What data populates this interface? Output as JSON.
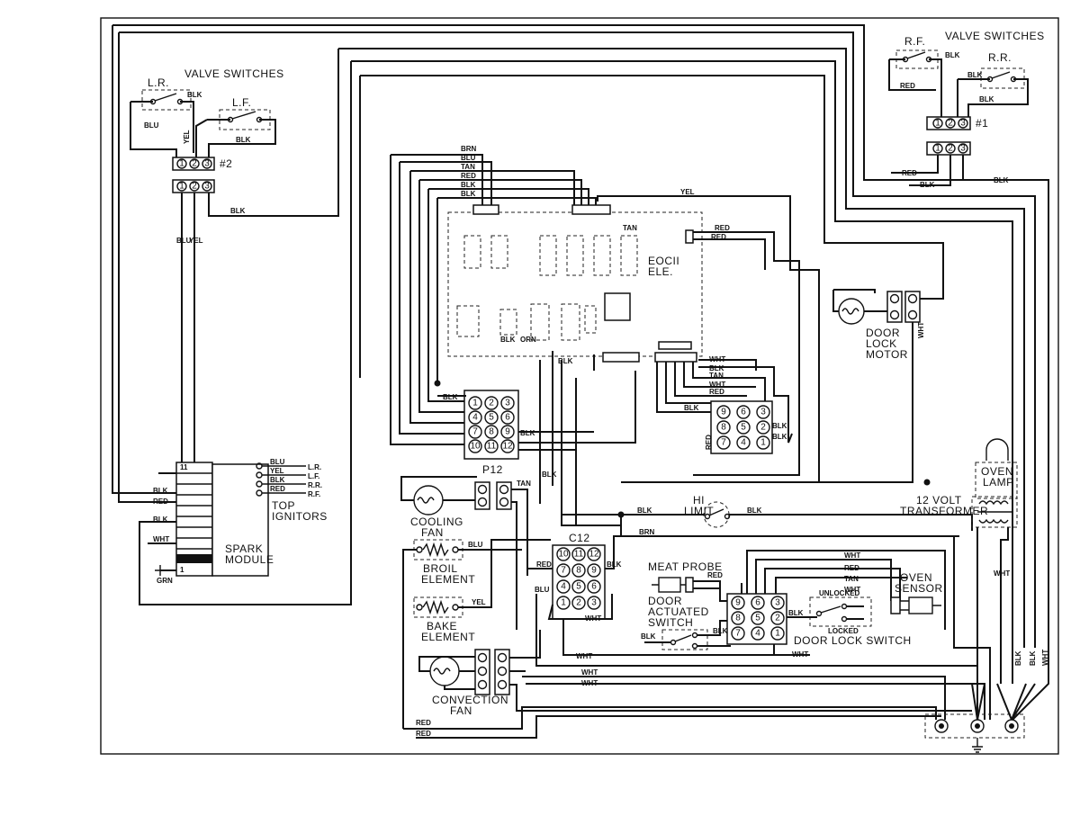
{
  "labels": {
    "valve_switches_left": "VALVE SWITCHES",
    "valve_switches_right": "VALVE SWITCHES",
    "lr": "L.R.",
    "lf": "L.F.",
    "rf": "R.F.",
    "rr": "R.R.",
    "num2": "#2",
    "num1": "#1",
    "eoc": "EOCII",
    "ele": "ELE.",
    "door_lock_motor_1": "DOOR",
    "door_lock_motor_2": "LOCK",
    "door_lock_motor_3": "MOTOR",
    "p12": "P12",
    "c12": "C12",
    "hi_limit_1": "HI",
    "hi_limit_2": "LIMIT",
    "transformer_1": "12 VOLT",
    "transformer_2": "TRANSFORMER",
    "oven_lamp_1": "OVEN",
    "oven_lamp_2": "LAMP",
    "cooling_fan_1": "COOLING",
    "cooling_fan_2": "FAN",
    "broil_1": "BROIL",
    "broil_2": "ELEMENT",
    "bake_1": "BAKE",
    "bake_2": "ELEMENT",
    "convection_1": "CONVECTION",
    "convection_2": "FAN",
    "meat_probe": "MEAT PROBE",
    "door_switch_1": "DOOR",
    "door_switch_2": "ACTUATED",
    "door_switch_3": "SWITCH",
    "door_lock_switch": "DOOR LOCK SWITCH",
    "unlocked": "UNLOCKED",
    "locked": "LOCKED",
    "oven_sensor_1": "OVEN",
    "oven_sensor_2": "SENSOR",
    "top_ignitors_1": "TOP",
    "top_ignitors_2": "IGNITORS",
    "spark_module_1": "SPARK",
    "spark_module_2": "MODULE",
    "ign_lr": "L.R.",
    "ign_lf": "L.F.",
    "ign_rr": "R.R.",
    "ign_rf": "R.F.",
    "spark_11": "11",
    "spark_1": "1",
    "grn": "GRN"
  },
  "wire_labels": {
    "blk": "BLK",
    "blu": "BLU",
    "yel": "YEL",
    "red": "RED",
    "wht": "WHT",
    "tan": "TAN",
    "brn": "BRN",
    "orn": "ORN",
    "grn": "GRN"
  },
  "p12_pins": [
    "1",
    "2",
    "3",
    "4",
    "5",
    "6",
    "7",
    "8",
    "9",
    "10",
    "11",
    "12"
  ],
  "c12_pins": [
    "10",
    "11",
    "12",
    "7",
    "8",
    "9",
    "4",
    "5",
    "6",
    "1",
    "2",
    "3"
  ],
  "door_switch_pins": [
    "9",
    "6",
    "3",
    "8",
    "5",
    "2",
    "7",
    "4",
    "1"
  ],
  "plug_pins": [
    "1",
    "2",
    "3"
  ]
}
